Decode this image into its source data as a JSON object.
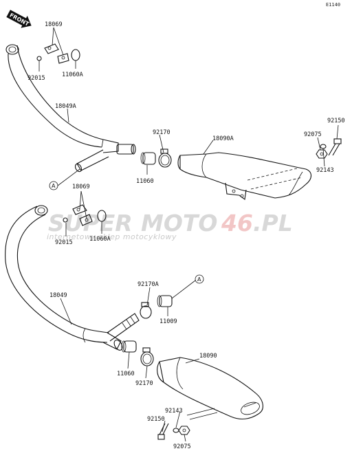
{
  "diagram_code": "E1140",
  "direction_label": "FRONT",
  "reference_letter": "A",
  "watermark": {
    "brand_left": "SUPER",
    "brand_mid": "MOTO",
    "brand_num": "46",
    "brand_tld": ".PL",
    "tagline": "internetowy sklep motocyklowy"
  },
  "callouts": {
    "c1": "18069",
    "c2": "92015",
    "c3": "11060A",
    "c4": "18049A",
    "c5": "92170",
    "c6": "18090A",
    "c7": "92075",
    "c8": "92150",
    "c9": "92143",
    "c10": "11060",
    "c11": "18069",
    "c12": "92015",
    "c13": "11060A",
    "c14": "18049",
    "c15": "92170A",
    "c16": "11009",
    "c17": "11060",
    "c18": "92170",
    "c19": "18090",
    "c20": "92143",
    "c21": "92150",
    "c22": "92075"
  }
}
